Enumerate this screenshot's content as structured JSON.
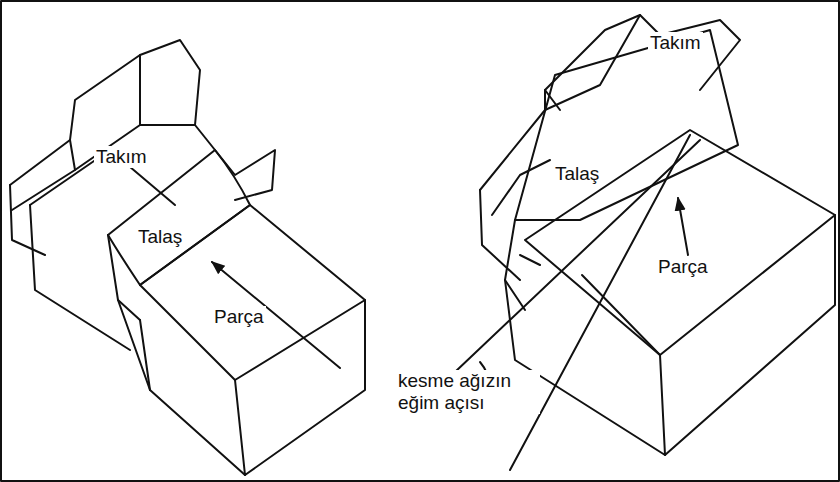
{
  "diagram": {
    "labels": [
      "Takım",
      "Talaş",
      "Parça",
      "Takım",
      "Talaş",
      "Parça",
      "kesme ağızın eğim açısı"
    ]
  }
}
